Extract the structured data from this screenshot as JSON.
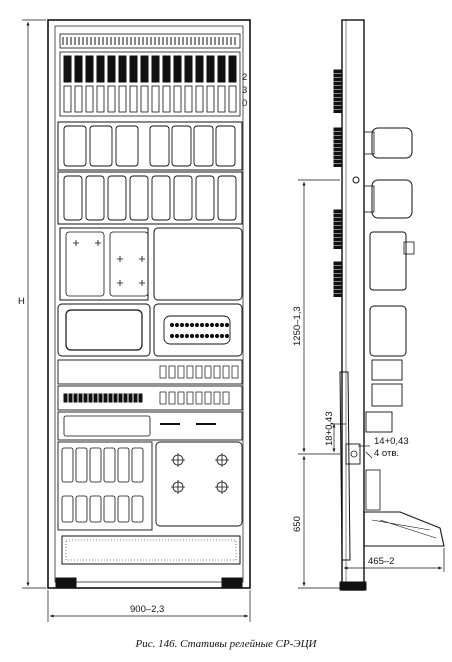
{
  "caption": "Рис. 146. Стативы релейные СР-ЭЦИ",
  "front_view": {
    "height_label": "H",
    "width_label": "900–2,3",
    "row_markers": [
      "2",
      "3",
      "0"
    ]
  },
  "side_view": {
    "dim_1250": "1250–1,3",
    "dim_650": "650",
    "dim_18": "18+0,43",
    "dim_14": "14+0,43",
    "holes_note": "4 отв.",
    "depth_label": "465–2"
  }
}
